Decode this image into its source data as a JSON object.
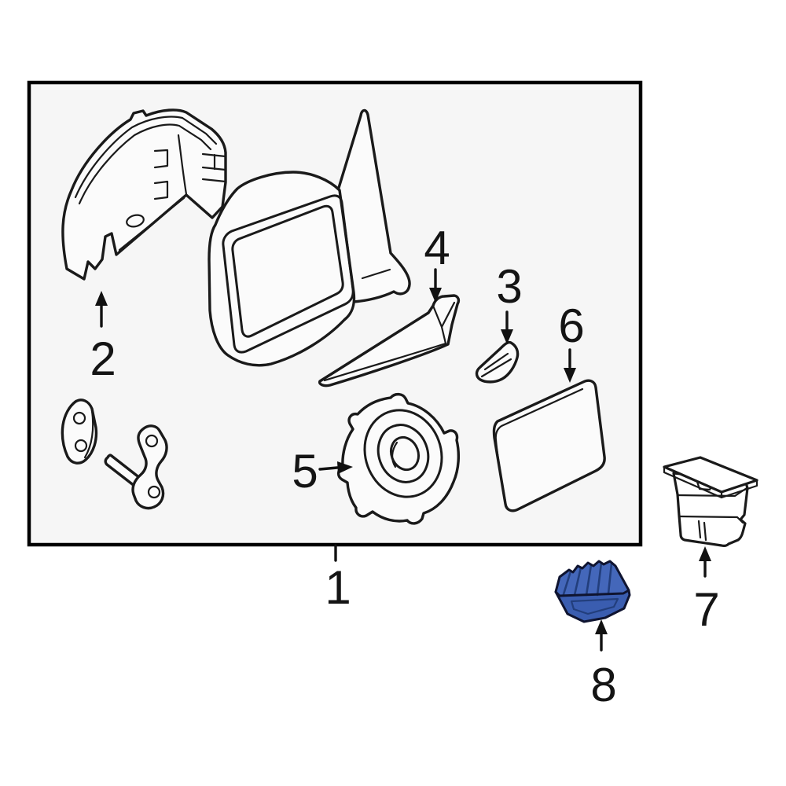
{
  "diagram": {
    "type": "exploded-parts-diagram",
    "box": {
      "fill": "#f6f6f6",
      "stroke": "#000000"
    },
    "line_color": "#1a1a1a",
    "part_fill": "#fbfbfb",
    "highlight": {
      "top": "#4467ba",
      "front": "#3a5db0",
      "side": "#2e4c96",
      "dark": "#223e7c"
    }
  },
  "parts": [
    {
      "number": "1"
    },
    {
      "number": "2"
    },
    {
      "number": "3"
    },
    {
      "number": "4"
    },
    {
      "number": "5"
    },
    {
      "number": "6"
    },
    {
      "number": "7"
    },
    {
      "number": "8",
      "highlighted": true
    }
  ]
}
